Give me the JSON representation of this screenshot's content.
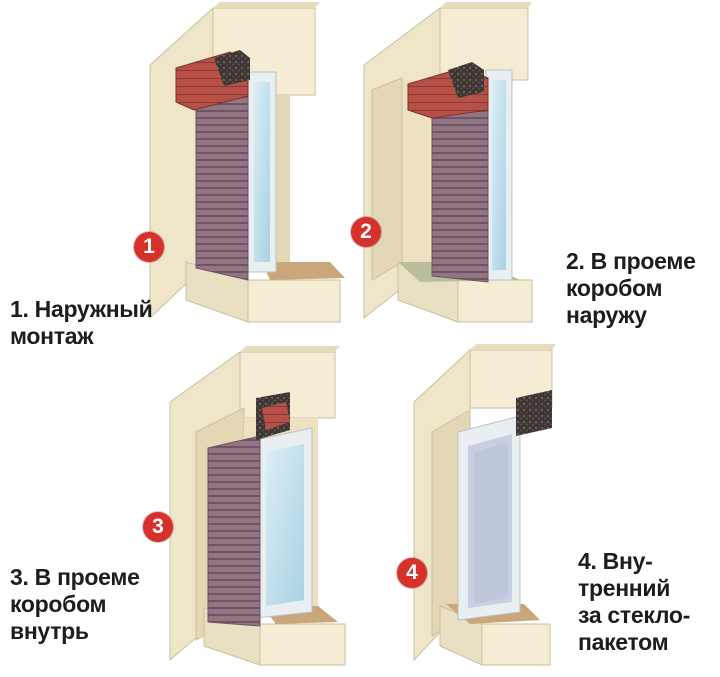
{
  "diagrams": [
    {
      "number": "1",
      "caption_lines": [
        "1. Наружный",
        "монтаж"
      ],
      "box_position": "outside",
      "shutter": true
    },
    {
      "number": "2",
      "caption_lines": [
        "2. В проеме",
        "коробом",
        "наружу"
      ],
      "box_position": "in-opening-outside",
      "shutter": true
    },
    {
      "number": "3",
      "caption_lines": [
        "3. В проеме",
        "коробом",
        "внутрь"
      ],
      "box_position": "in-opening-inside",
      "shutter": true
    },
    {
      "number": "4",
      "caption_lines": [
        "4. Вну-",
        "тренний",
        "за стекло-",
        "пакетом"
      ],
      "box_position": "behind-glass",
      "shutter": false
    }
  ],
  "colors": {
    "wall_light": "#efe5c8",
    "wall_front": "#f4ecd3",
    "wall_edge": "#c9b993",
    "brick": "#b8524a",
    "shutter": "#8f7280",
    "shutter_line": "#6e5362",
    "glass": "#c9e2ee",
    "frame": "#e9eef1",
    "sill": "#c9a77a",
    "badge": "#d6312b"
  }
}
